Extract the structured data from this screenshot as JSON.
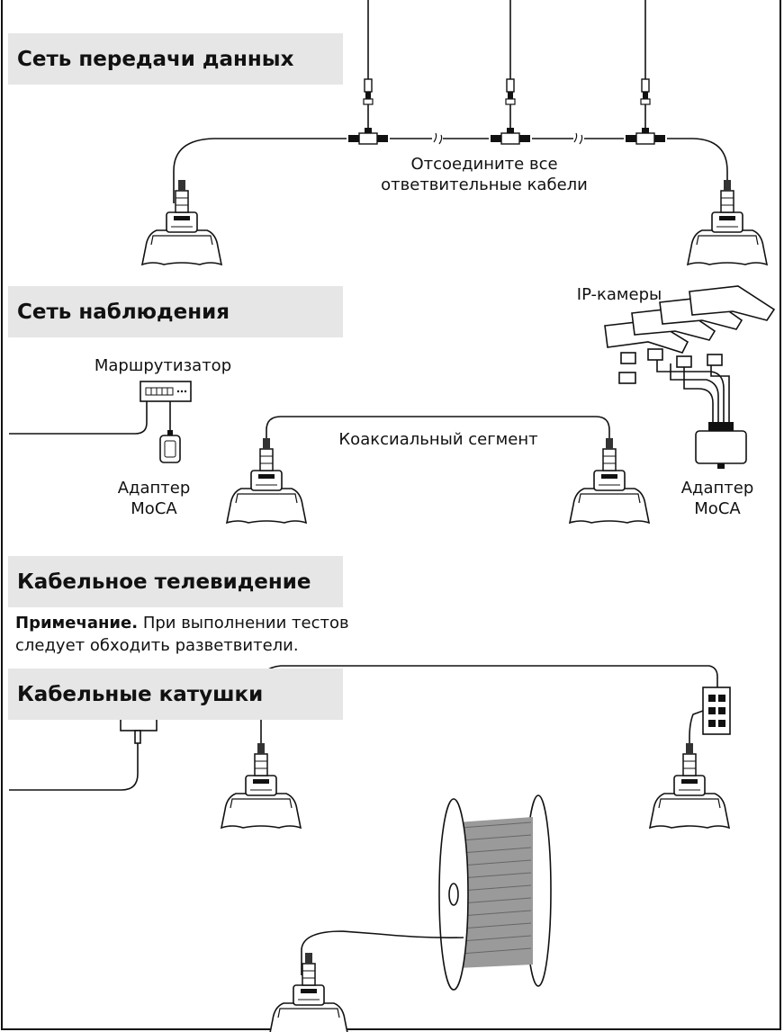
{
  "sections": {
    "data_network": {
      "title": "Сеть передачи данных",
      "note_line1": "Отсоедините все",
      "note_line2": "ответвительные кабели"
    },
    "surveillance": {
      "title": "Сеть наблюдения",
      "router_label": "Маршрутизатор",
      "adapter_left_line1": "Адаптер",
      "adapter_left_line2": "MoCA",
      "cameras_label": "IP-камеры",
      "coax_label": "Коаксиальный сегмент",
      "adapter_right_line1": "Адаптер",
      "adapter_right_line2": "MoCA"
    },
    "cable_tv": {
      "title": "Кабельное телевидение",
      "note_bold": "Примечание.",
      "note_text": " При выполнении тестов",
      "note_line2": "следует обходить разветвители."
    },
    "cable_reels": {
      "title": "Кабельные катушки"
    }
  },
  "colors": {
    "band": "#e6e6e6",
    "line": "#111111",
    "cable_fill": "#ffffff",
    "device_screen": "#d0d0d0"
  },
  "icons": [
    "tester-device",
    "rj45-plug",
    "t-connector",
    "router",
    "moca-adapter",
    "ip-camera",
    "splitter",
    "wall-plate",
    "cable-reel"
  ]
}
